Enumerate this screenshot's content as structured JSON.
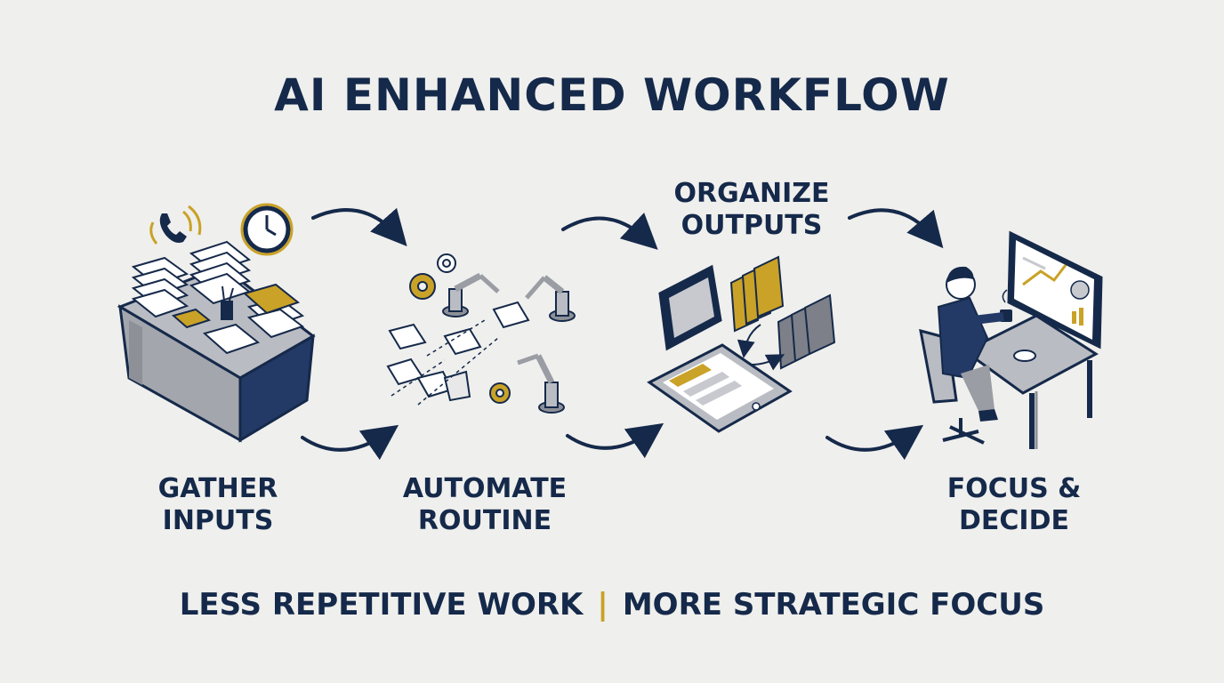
{
  "title": "AI ENHANCED WORKFLOW",
  "steps": [
    {
      "line1": "GATHER",
      "line2": "INPUTS"
    },
    {
      "line1": "AUTOMATE",
      "line2": "ROUTINE"
    },
    {
      "line1": "ORGANIZE",
      "line2": "OUTPUTS"
    },
    {
      "line1": "FOCUS &",
      "line2": "DECIDE"
    }
  ],
  "footer": {
    "left": "LESS REPETITIVE WORK",
    "separator": "|",
    "right": "MORE STRATEGIC FOCUS"
  },
  "colors": {
    "navy": "#15294a",
    "gold": "#c9a227",
    "gray": "#9a9da3",
    "background": "#efefed"
  },
  "icons": [
    "phone-icon",
    "clock-icon",
    "gear-icon",
    "robot-arm-icon",
    "tablet-icon",
    "folder-icon",
    "monitor-chart-icon",
    "person-icon",
    "coffee-icon",
    "arrow-icon"
  ]
}
